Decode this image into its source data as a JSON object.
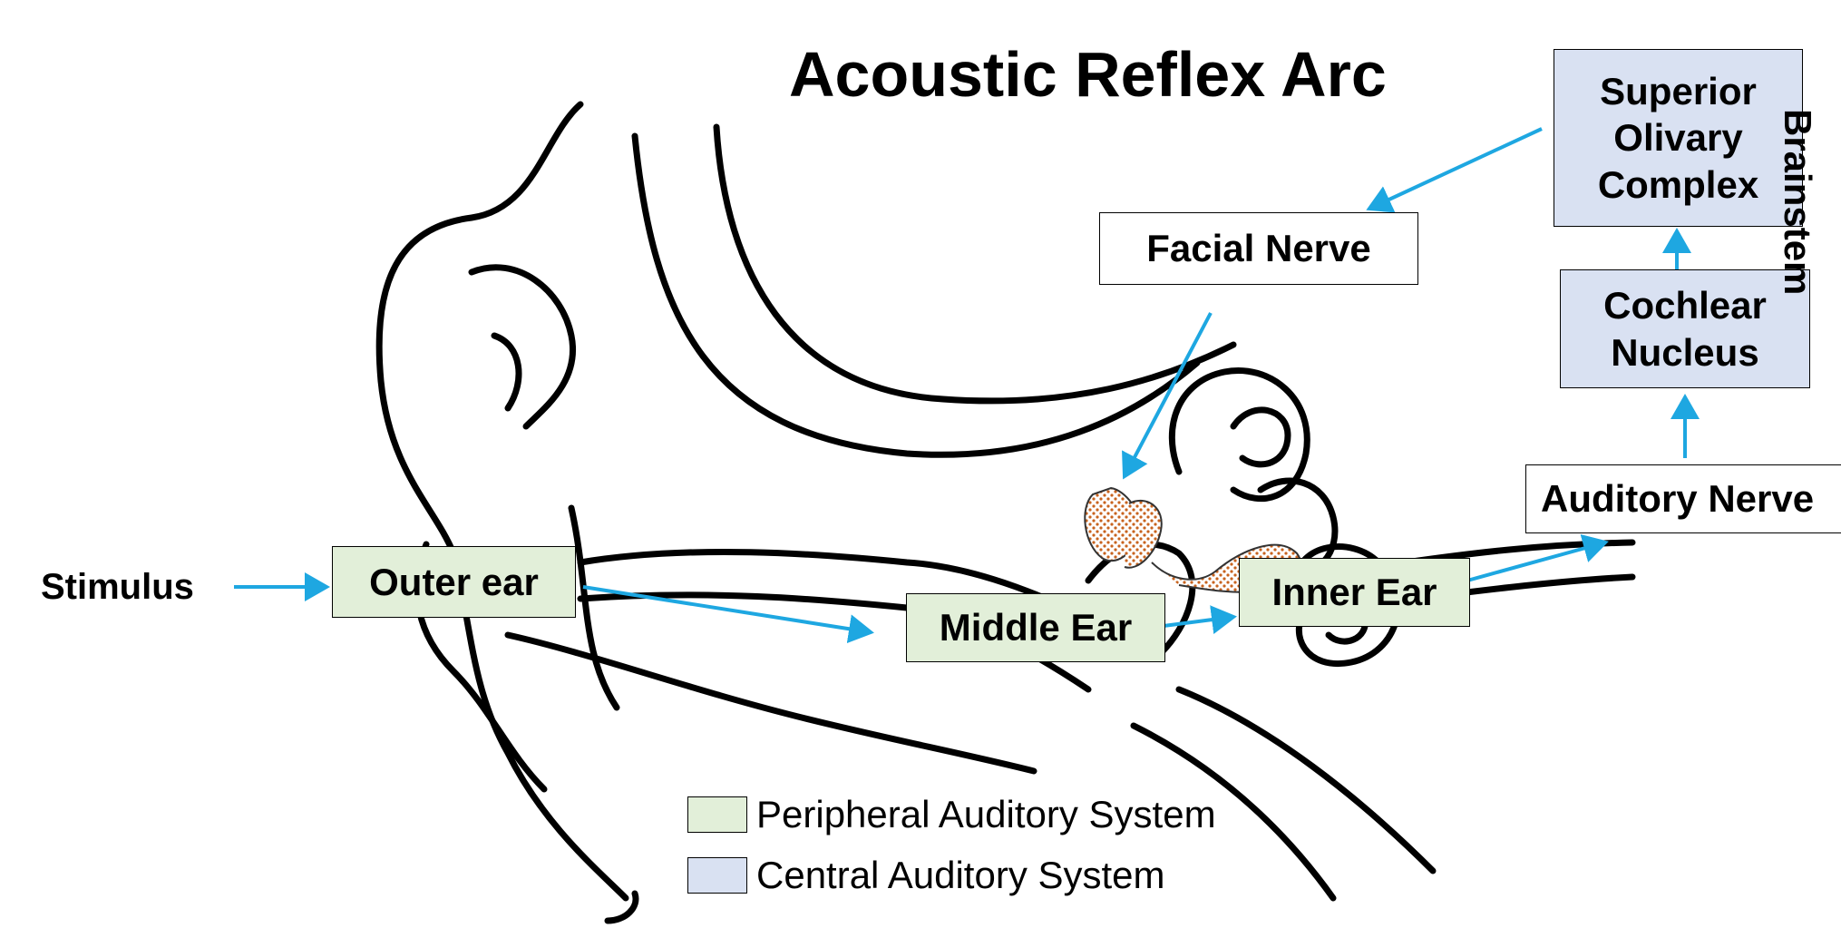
{
  "title": "Acoustic Reflex Arc",
  "stimulus": "Stimulus",
  "boxes": {
    "outer_ear": "Outer ear",
    "middle_ear": "Middle Ear",
    "inner_ear": "Inner Ear",
    "auditory_nerve": "Auditory Nerve",
    "cochlear_nucleus_1": "Cochlear",
    "cochlear_nucleus_2": "Nucleus",
    "superior_olivary_1": "Superior",
    "superior_olivary_2": "Olivary",
    "superior_olivary_3": "Complex",
    "facial_nerve": "Facial Nerve"
  },
  "brainstem_label": "Brainstem",
  "legend": {
    "peripheral": "Peripheral Auditory System",
    "central": "Central Auditory System"
  },
  "colors": {
    "peripheral": "#e2efd9",
    "central": "#d9e1f2",
    "arrow": "#1ea7e1",
    "ossicles": "#c8631e"
  }
}
